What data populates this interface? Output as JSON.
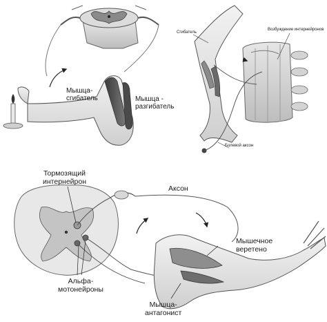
{
  "panels": {
    "top_left": {
      "flexor_label_1": "Мышца-",
      "flexor_label_2": "сгибатель",
      "extensor_label_1": "Мышца -",
      "extensor_label_2": "разгибатель"
    },
    "top_right": {
      "flexor_label": "Сгибатель",
      "interneuron_label": "Возбуждение интернейронов",
      "axon_label": "Болевой аксон"
    },
    "bottom": {
      "inhibitory_label_1": "Тормозящий",
      "inhibitory_label_2": "интернейрон",
      "axon_label": "Аксон",
      "spindle_label_1": "Мышечное",
      "spindle_label_2": "веретено",
      "alpha_label_1": "Альфа-",
      "alpha_label_2": "мотонейроны",
      "antagonist_label_1": "Мышца-",
      "antagonist_label_2": "антагонист"
    }
  }
}
